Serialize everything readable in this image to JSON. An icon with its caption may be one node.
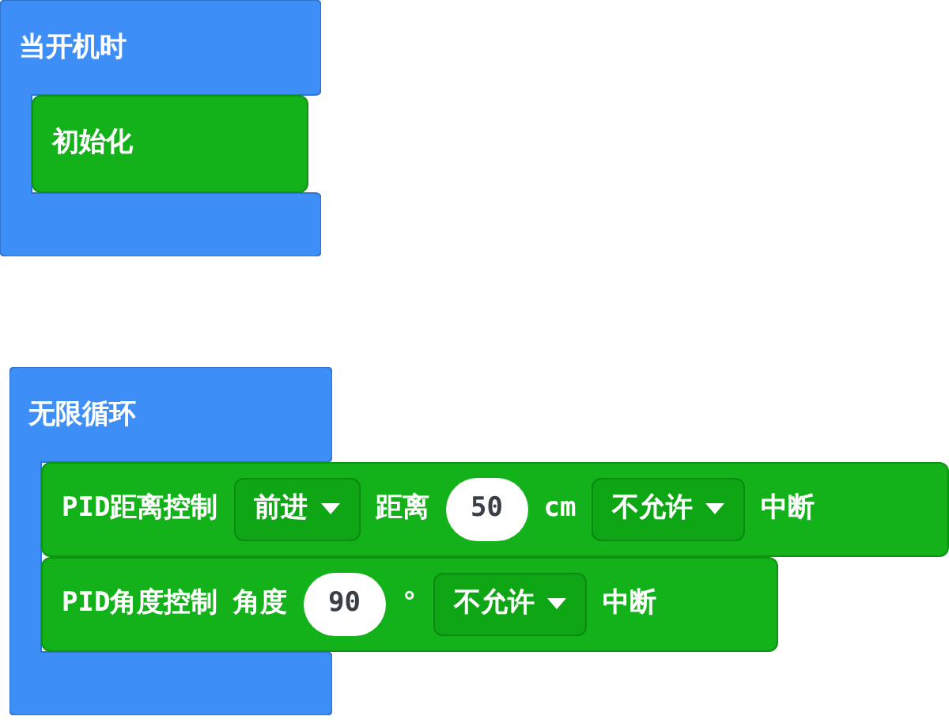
{
  "diagram": {
    "nodes": [
      {
        "text": [
          "当开机时"
        ]
      },
      {
        "text": [
          "初始化"
        ],
        "in": 0
      },
      {
        "text": [
          "无限循环"
        ]
      },
      {
        "text": [
          "PID距离控制",
          "前进",
          "距离",
          "50",
          "cm",
          "不允许",
          "中断"
        ]
      },
      {
        "text": [
          "PID角度控制",
          "角度",
          "90",
          "°",
          "不允许",
          "中断"
        ]
      }
    ]
  }
}
